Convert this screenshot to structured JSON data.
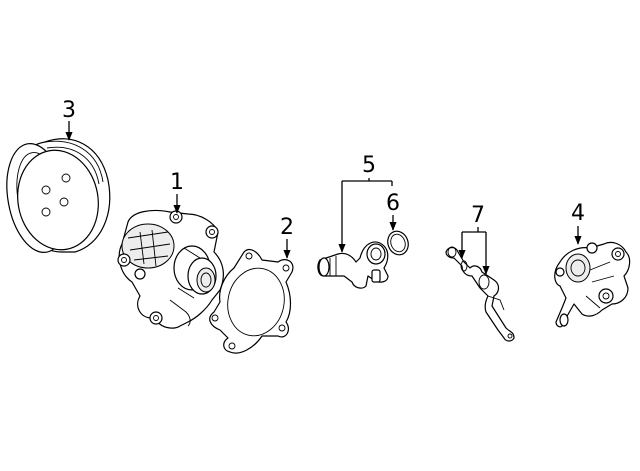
{
  "callouts": {
    "c1": "1",
    "c2": "2",
    "c3": "3",
    "c4": "4",
    "c5": "5",
    "c6": "6",
    "c7": "7"
  },
  "parts": [
    {
      "id": "1",
      "name_icon": "water-pump-icon"
    },
    {
      "id": "2",
      "name_icon": "gasket-icon"
    },
    {
      "id": "3",
      "name_icon": "pulley-icon"
    },
    {
      "id": "4",
      "name_icon": "thermostat-housing-icon"
    },
    {
      "id": "5",
      "name_icon": "water-outlet-icon"
    },
    {
      "id": "6",
      "name_icon": "o-ring-icon"
    },
    {
      "id": "7",
      "name_icon": "bypass-hose-icon"
    }
  ],
  "colors": {
    "line": "#000000",
    "background": "#ffffff"
  }
}
